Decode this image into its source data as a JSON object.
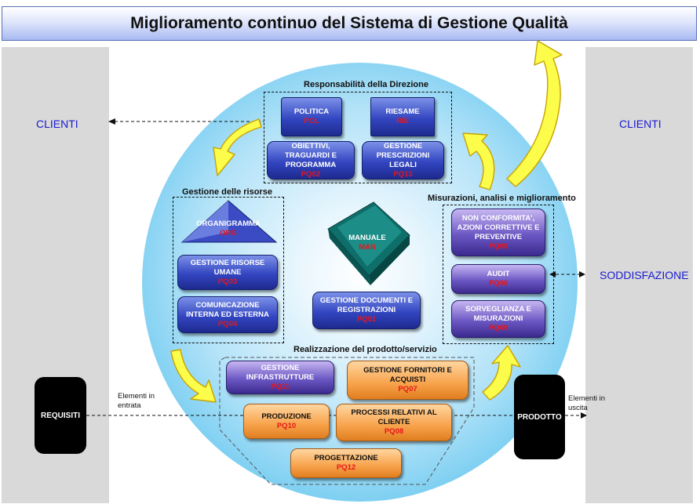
{
  "title": "Miglioramento continuo del Sistema di Gestione Qualità",
  "left_label": "CLIENTI",
  "right_label_top": "CLIENTI",
  "right_label_bottom": "SODDISFAZIONE",
  "groups": {
    "direzione": "Responsabilità della Direzione",
    "risorse": "Gestione delle risorse",
    "misurazioni": "Misurazioni, analisi e miglioramento",
    "realizzazione": "Realizzazione del prodotto/servizio"
  },
  "boxes": {
    "politica": {
      "label": "POLITICA",
      "code": "POL"
    },
    "riesame": {
      "label": "RIESAME",
      "code": "RIE"
    },
    "obiettivi": {
      "label": "OBIETTIVI, TRAGUARDI E PROGRAMMA",
      "code": "PQ02"
    },
    "prescrizioni": {
      "label": "GESTIONE PRESCRIZIONI LEGALI",
      "code": "PQ13"
    },
    "organigramma": {
      "label": "ORGANIGRAMMA",
      "code": "ORG"
    },
    "risorse_umane": {
      "label": "GESTIONE RISORSE UMANE",
      "code": "PQ03"
    },
    "comunicazione": {
      "label": "COMUNICAZIONE INTERNA ED ESTERNA",
      "code": "PQ04"
    },
    "manuale": {
      "label": "MANUALE",
      "code": "MAN"
    },
    "documenti": {
      "label": "GESTIONE DOCUMENTI E REGISTRAZIONI",
      "code": "PQ01"
    },
    "non_conformita": {
      "label": "NON CONFORMITA', AZIONI CORRETTIVE E PREVENTIVE",
      "code": "PQ05"
    },
    "audit": {
      "label": "AUDIT",
      "code": "PQ06"
    },
    "sorveglianza": {
      "label": "SORVEGLIANZA E MISURAZIONI",
      "code": "PQ09"
    },
    "infrastrutture": {
      "label": "GESTIONE INFRASTRUTTURE",
      "code": "PQ11"
    },
    "fornitori": {
      "label": "GESTIONE FORNITORI E ACQUISTI",
      "code": "PQ07"
    },
    "produzione": {
      "label": "PRODUZIONE",
      "code": "PQ10"
    },
    "processi_cliente": {
      "label": "PROCESSI RELATIVI AL CLIENTE",
      "code": "PQ08"
    },
    "progettazione": {
      "label": "PROGETTAZIONE",
      "code": "PQ12"
    }
  },
  "requisiti": "REQUISITI",
  "prodotto": "PRODOTTO",
  "input_label": "Elementi in entrata",
  "output_label": "Elementi in uscita",
  "colors": {
    "arrow_fill": "#fbfd4a",
    "arrow_stroke": "#c9a200",
    "code_red": "#e8161b",
    "link_blue": "#1a1ad1"
  }
}
